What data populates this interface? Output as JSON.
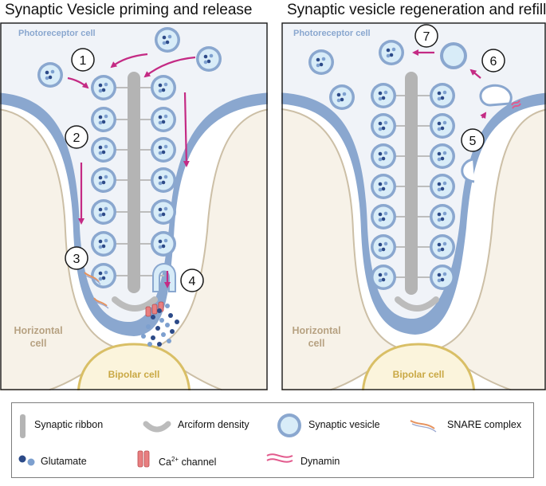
{
  "titles": {
    "left": "Synaptic Vesicle priming and release",
    "right": "Synaptic vesicle regeneration and refill"
  },
  "labels": {
    "photoreceptor": "Photoreceptor cell",
    "horizontal_line1": "Horizontal",
    "horizontal_line2": "cell",
    "bipolar": "Bipolar cell"
  },
  "steps_left": [
    "1",
    "2",
    "3",
    "4"
  ],
  "steps_right": [
    "5",
    "6",
    "7"
  ],
  "legend": {
    "synaptic_ribbon": "Synaptic ribbon",
    "arciform_density": "Arciform density",
    "synaptic_vesicle": "Synaptic vesicle",
    "snare_complex": "SNARE complex",
    "glutamate": "Glutamate",
    "ca_channel_prefix": "Ca",
    "ca_channel_sup": "2+",
    "ca_channel_suffix": " channel",
    "dynamin": "Dynamin"
  },
  "colors": {
    "membrane": "#8aa7cf",
    "cytoplasm": "#f0f3f8",
    "vesicle_fill": "#d8ecf8",
    "glutamate_dark": "#2c4a88",
    "glutamate_light": "#7da0cf",
    "ribbon": "#b4b4b4",
    "arrow": "#c42a84",
    "neighbor_fill": "#f7f2e8",
    "neighbor_text": "#b7a282",
    "bipolar_fill": "#fbf4dc",
    "bipolar_text": "#c9a844",
    "ca_channel": "#e87f80",
    "snare": "#e6935e"
  }
}
